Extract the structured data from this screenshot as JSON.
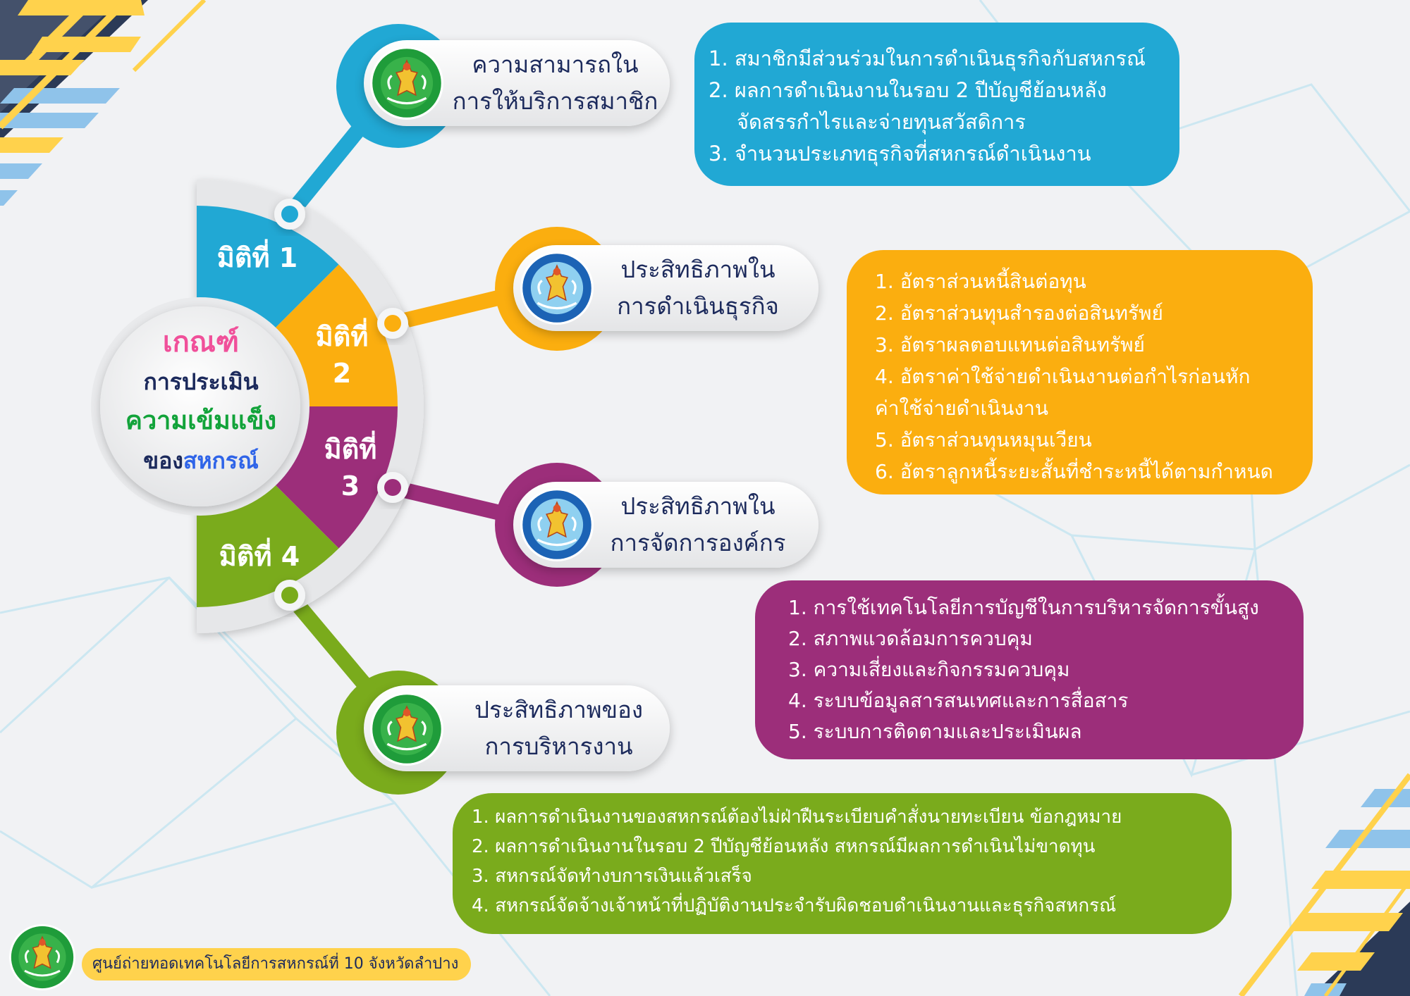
{
  "colors": {
    "dimension1": "#21a8d4",
    "dimension2": "#fbae0f",
    "dimension3": "#9c2e7a",
    "dimension4": "#7aab1c",
    "navy": "#1c2a5c",
    "title_pink": "#f0509a",
    "title_green": "#12a33a",
    "title_blue": "#2f64e8",
    "footer_yellow": "#ffd24c"
  },
  "center": {
    "title": "เกณฑ์",
    "line2": "การประเมิน",
    "line3": "ความเข้มแข็ง",
    "line4_prefix": "ของ",
    "line4_highlight": "สหกรณ์"
  },
  "dimensions": [
    {
      "label": "มิติที่ 1",
      "pill_lines": [
        "ความสามารถใน",
        "การให้บริการสมาชิก"
      ],
      "icon": "cooperative-promotion-seal-icon"
    },
    {
      "label_line1": "มิติที่",
      "label_line2": "2",
      "pill_lines": [
        "ประสิทธิภาพใน",
        "การดำเนินธุรกิจ"
      ],
      "icon": "cooperative-auditing-seal-icon"
    },
    {
      "label_line1": "มิติที่",
      "label_line2": "3",
      "pill_lines": [
        "ประสิทธิภาพใน",
        "การจัดการองค์กร"
      ],
      "icon": "cooperative-auditing-seal-icon"
    },
    {
      "label": "มิติที่ 4",
      "pill_lines": [
        "ประสิทธิภาพของ",
        "การบริหารงาน"
      ],
      "icon": "cooperative-promotion-seal-icon"
    }
  ],
  "criteria": {
    "dimension1": [
      "1. สมาชิกมีส่วนร่วมในการดำเนินธุรกิจกับสหกรณ์",
      "2. ผลการดำเนินงานในรอบ 2 ปีบัญชีย้อนหลัง",
      "    จัดสรรกำไรและจ่ายทุนสวัสดิการ",
      "3. จำนวนประเภทธุรกิจที่สหกรณ์ดำเนินงาน"
    ],
    "dimension2": [
      "1. อัตราส่วนหนี้สินต่อทุน",
      "2. อัตราส่วนทุนสำรองต่อสินทรัพย์",
      "3. อัตราผลตอบแทนต่อสินทรัพย์",
      "4. อัตราค่าใช้จ่ายดำเนินงานต่อกำไรก่อนหัก",
      "ค่าใช้จ่ายดำเนินงาน",
      "5. อัตราส่วนทุนหมุนเวียน",
      "6. อัตราลูกหนี้ระยะสั้นที่ชำระหนี้ได้ตามกำหนด"
    ],
    "dimension3": [
      "1. การใช้เทคโนโลยีการบัญชีในการบริหารจัดการขั้นสูง",
      "2. สภาพแวดล้อมการควบคุม",
      "3. ความเสี่ยงและกิจกรรมควบคุม",
      "4. ระบบข้อมูลสารสนเทศและการสื่อสาร",
      "5. ระบบการติดตามและประเมินผล"
    ],
    "dimension4": [
      "1. ผลการดำเนินงานของสหกรณ์ต้องไม่ฝ่าฝืนระเบียบคำสั่งนายทะเบียน ข้อกฎหมาย",
      "2. ผลการดำเนินงานในรอบ 2 ปีบัญชีย้อนหลัง สหกรณ์มีผลการดำเนินไม่ขาดทุน",
      "3. สหกรณ์จัดทำงบการเงินแล้วเสร็จ",
      "4. สหกรณ์จัดจ้างเจ้าหน้าที่ปฏิบัติงานประจำรับผิดชอบดำเนินงานและธุรกิจสหกรณ์"
    ]
  },
  "footer": {
    "org_name": "ศูนย์ถ่ายทอดเทคโนโลยีการสหกรณ์ที่ 10 จังหวัดลำปาง",
    "logo_icon": "cooperative-promotion-seal-icon"
  }
}
